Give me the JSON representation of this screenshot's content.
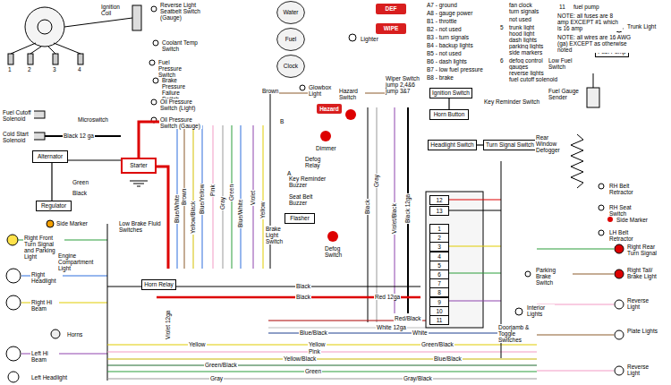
{
  "diagram": {
    "nodes": [
      {
        "text": [
          "Water"
        ]
      },
      {
        "text": [
          "Fuel"
        ]
      },
      {
        "text": [
          "Clock"
        ]
      },
      {
        "text": [
          "DEF"
        ]
      },
      {
        "text": [
          "WIPE"
        ]
      },
      {
        "text": [
          "Alternator"
        ]
      },
      {
        "text": [
          "Starter"
        ]
      },
      {
        "text": [
          "Regulator"
        ]
      },
      {
        "text": [
          "Hazard"
        ]
      },
      {
        "text": [
          "Ignition Switch"
        ]
      },
      {
        "text": [
          "Horn Button"
        ]
      },
      {
        "text": [
          "Headlight Switch"
        ]
      },
      {
        "text": [
          "Turn Signal Switch"
        ]
      },
      {
        "text": [
          "Fuel Pump"
        ]
      },
      {
        "text": [
          "Flasher"
        ]
      },
      {
        "text": [
          "Horn Relay"
        ]
      },
      {
        "text": [
          "12"
        ]
      },
      {
        "text": [
          "13"
        ]
      },
      {
        "text": [
          "1"
        ]
      },
      {
        "text": [
          "2"
        ]
      },
      {
        "text": [
          "3"
        ]
      },
      {
        "text": [
          "4"
        ]
      },
      {
        "text": [
          "5"
        ]
      },
      {
        "text": [
          "6"
        ]
      },
      {
        "text": [
          "7"
        ]
      },
      {
        "text": [
          "8"
        ]
      },
      {
        "text": [
          "9"
        ]
      },
      {
        "text": [
          "10"
        ]
      },
      {
        "text": [
          "11"
        ]
      }
    ],
    "edges": [
      {
        "from": 9,
        "to": 10,
        "arrow": "none"
      },
      {
        "from": 11,
        "to": 12,
        "arrow": "none"
      },
      {
        "from": 5,
        "to": 6,
        "arrow": "none"
      },
      {
        "from": 5,
        "to": 7,
        "arrow": "none"
      }
    ],
    "labels": [
      "Ignition Coil",
      "1",
      "2",
      "3",
      "4",
      "Reverse Light Seatbelt Switch (Gauge)",
      "Coolant Temp Switch",
      "Fuel Pressure Switch",
      "Brake Pressure Failure Switch",
      "Oil Pressure Switch (Light)",
      "Oil Pressure Switch (Gauge)",
      "Fuel Cutoff Solenoid",
      "Microswitch",
      "Cold Start Solenoid",
      "Black 12 ga",
      "Green",
      "Black",
      "Side Marker",
      "Low Brake Fluid Switches",
      "Right Front Turn Signal and Parking Light",
      "Engine Compartment Light",
      "Right Headlight",
      "Right Hi Beam",
      "Horns",
      "Left Hi Beam",
      "Left Headlight",
      "Glowbox Light",
      "Lighter",
      "Wiper Switch jump 2,4&6 jump 3&7",
      "Brown",
      "A7 - ground",
      "A8 - gauge power",
      "B1 - throttle",
      "B2 - not used",
      "B3 - turn signals",
      "B4 - backup lights",
      "B5 - not used",
      "B6 - dash lights",
      "B7 - low fuel pressure",
      "B8 - brake",
      "fan clock",
      "turn signals",
      "not used",
      "5",
      "trunk light",
      "hood light",
      "dash lights",
      "parking lights",
      "side markers",
      "6",
      "defog control",
      "gauges",
      "reverse lights",
      "fuel cutoff solenoid",
      "11",
      "fuel pump",
      "NOTE: all fuses are 8 amp EXCEPT #1 which is 16 amp",
      "NOTE: all wires are 16 AWG (ga) EXCEPT as otherwise noted",
      "Trunk Light",
      "Low Fuel Switch",
      "Fuel Gauge Sender",
      "Key Reminder Switch",
      "Hazard Switch",
      "Dimmer",
      "Defog Relay",
      "A",
      "B",
      "Key Reminder Buzzer",
      "Seat Belt Buzzer",
      "Brake Light Switch",
      "Defog Switch",
      "Rear Window Defogger",
      "RH Belt Retractor",
      "RH Seat Switch",
      "Side Marker",
      "LH Belt Retractor",
      "Right Rear Turn Signal",
      "Right Tail/ Brake Light",
      "Reverse Light",
      "Plate Lights",
      "Reverse Light",
      "Parking Brake Switch",
      "Interior Lights",
      "Doorjamb & Toggle Switches",
      "Blue/White",
      "Brown",
      "Yellow/Black",
      "Blue/Yellow",
      "Pink",
      "Gray",
      "Green",
      "Blue/White",
      "Violet",
      "Yellow",
      "Black",
      "Gray",
      "Violet/Black",
      "Black 12ga",
      "Violet 12ga",
      "Black",
      "Black",
      "Red 12ga",
      "Red/Black",
      "White 12ga",
      "Blue/Black",
      "Yellow",
      "Yellow",
      "Pink",
      "Yellow/Black",
      "Green/Black",
      "Green/Black",
      "Green",
      "Gray",
      "Gray/Black",
      "Blue/Black",
      "White"
    ]
  }
}
